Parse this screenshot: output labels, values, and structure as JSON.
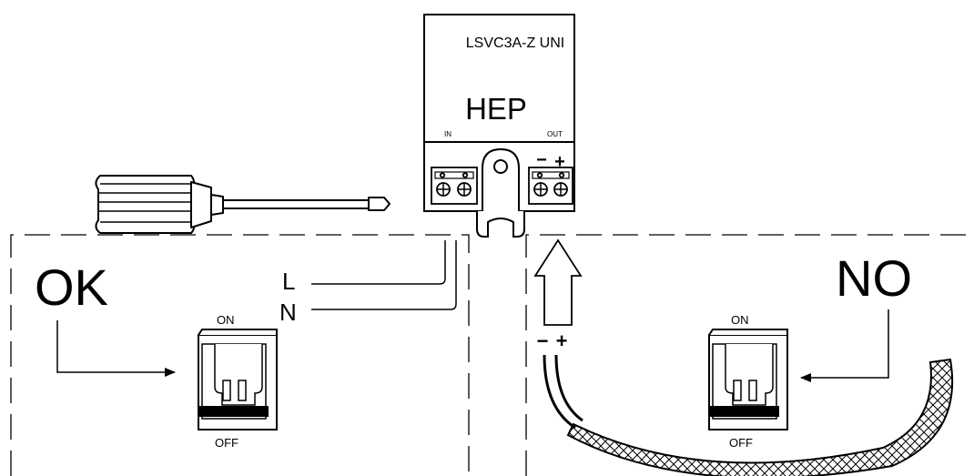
{
  "device": {
    "model": "LSVC3A-Z UNI",
    "brand": "HEP",
    "in_label": "IN",
    "out_label": "OUT",
    "terminal_minus": "−",
    "terminal_plus": "+"
  },
  "left_panel": {
    "verdict": "OK",
    "wire_l": "L",
    "wire_n": "N",
    "switch_on": "ON",
    "switch_off": "OFF"
  },
  "right_panel": {
    "verdict": "NO",
    "cable_minus": "−",
    "cable_plus": "+",
    "switch_on": "ON",
    "switch_off": "OFF"
  },
  "colors": {
    "stroke": "#000000",
    "background": "#ffffff"
  },
  "icons": [
    "screwdriver-icon",
    "wall-switch-icon",
    "terminal-block-icon",
    "up-arrow-icon",
    "cable-icon"
  ]
}
